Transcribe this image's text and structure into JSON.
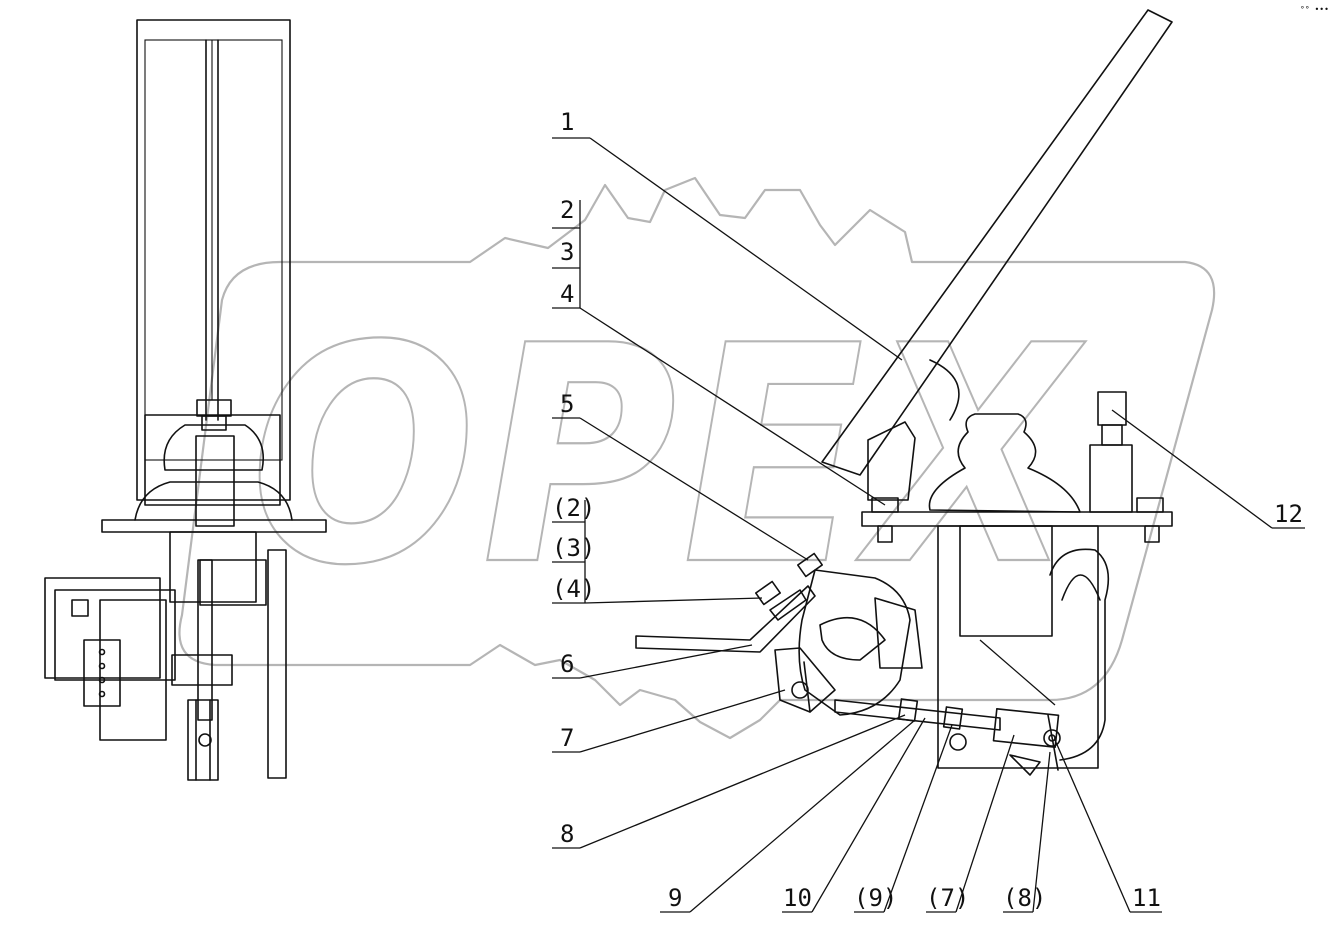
{
  "watermark": {
    "text": "OPEX"
  },
  "corner_mark": "°° •••",
  "callouts": [
    {
      "id": "1",
      "text": "1"
    },
    {
      "id": "2",
      "text": "2"
    },
    {
      "id": "3",
      "text": "3"
    },
    {
      "id": "4",
      "text": "4"
    },
    {
      "id": "5",
      "text": "5"
    },
    {
      "id": "p2",
      "text": "(2)"
    },
    {
      "id": "p3",
      "text": "(3)"
    },
    {
      "id": "p4",
      "text": "(4)"
    },
    {
      "id": "6",
      "text": "6"
    },
    {
      "id": "7",
      "text": "7"
    },
    {
      "id": "8",
      "text": "8"
    },
    {
      "id": "9",
      "text": "9"
    },
    {
      "id": "10",
      "text": "10"
    },
    {
      "id": "p9",
      "text": "(9)"
    },
    {
      "id": "p7",
      "text": "(7)"
    },
    {
      "id": "p8",
      "text": "(8)"
    },
    {
      "id": "11",
      "text": "11"
    },
    {
      "id": "12",
      "text": "12"
    }
  ]
}
